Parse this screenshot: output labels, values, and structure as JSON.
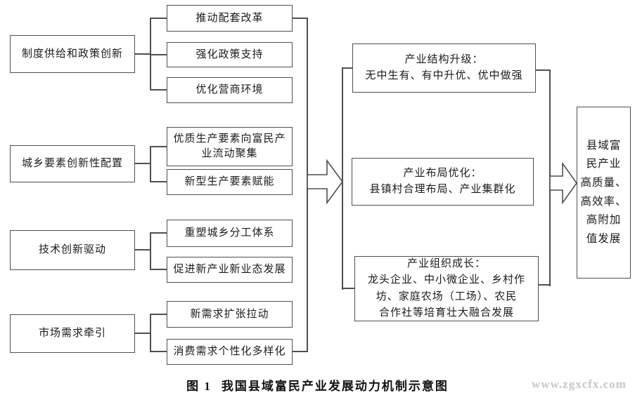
{
  "figure": {
    "caption_label": "图 1",
    "caption_title": "我国县域富民产业发展动力机制示意图",
    "watermark": "www.zgxcfx.com"
  },
  "colors": {
    "background": "#ffffff",
    "box_border": "#4f4f4f",
    "text": "#1b1b1b",
    "watermark": "#cbcbcb"
  },
  "driver_groups": [
    {
      "label": "制度供给和政策创新",
      "factors": [
        "推动配套改革",
        "强化政策支持",
        "优化营商环境"
      ]
    },
    {
      "label": "城乡要素创新性配置",
      "factors": [
        "优质生产要素向富民产\n业流动聚集",
        "新型生产要素赋能"
      ]
    },
    {
      "label": "技术创新驱动",
      "factors": [
        "重塑城乡分工体系",
        "促进新产业新业态发展"
      ]
    },
    {
      "label": "市场需求牵引",
      "factors": [
        "新需求扩张拉动",
        "消费需求个性化多样化"
      ]
    }
  ],
  "outcome_boxes": [
    {
      "title": "产业结构升级：",
      "detail": "无中生有、有中升优、优中做强"
    },
    {
      "title": "产业布局优化：",
      "detail": "县镇村合理布局、产业集群化"
    },
    {
      "title": "产业组织成长：",
      "detail": "龙头企业、中小微企业、乡村作\n坊、家庭农场（工场）、农民\n合作社等培育壮大融合发展"
    }
  ],
  "goal_box": {
    "text": "县域富\n民产业\n高质量、\n高效率、\n高附加\n值发展"
  }
}
